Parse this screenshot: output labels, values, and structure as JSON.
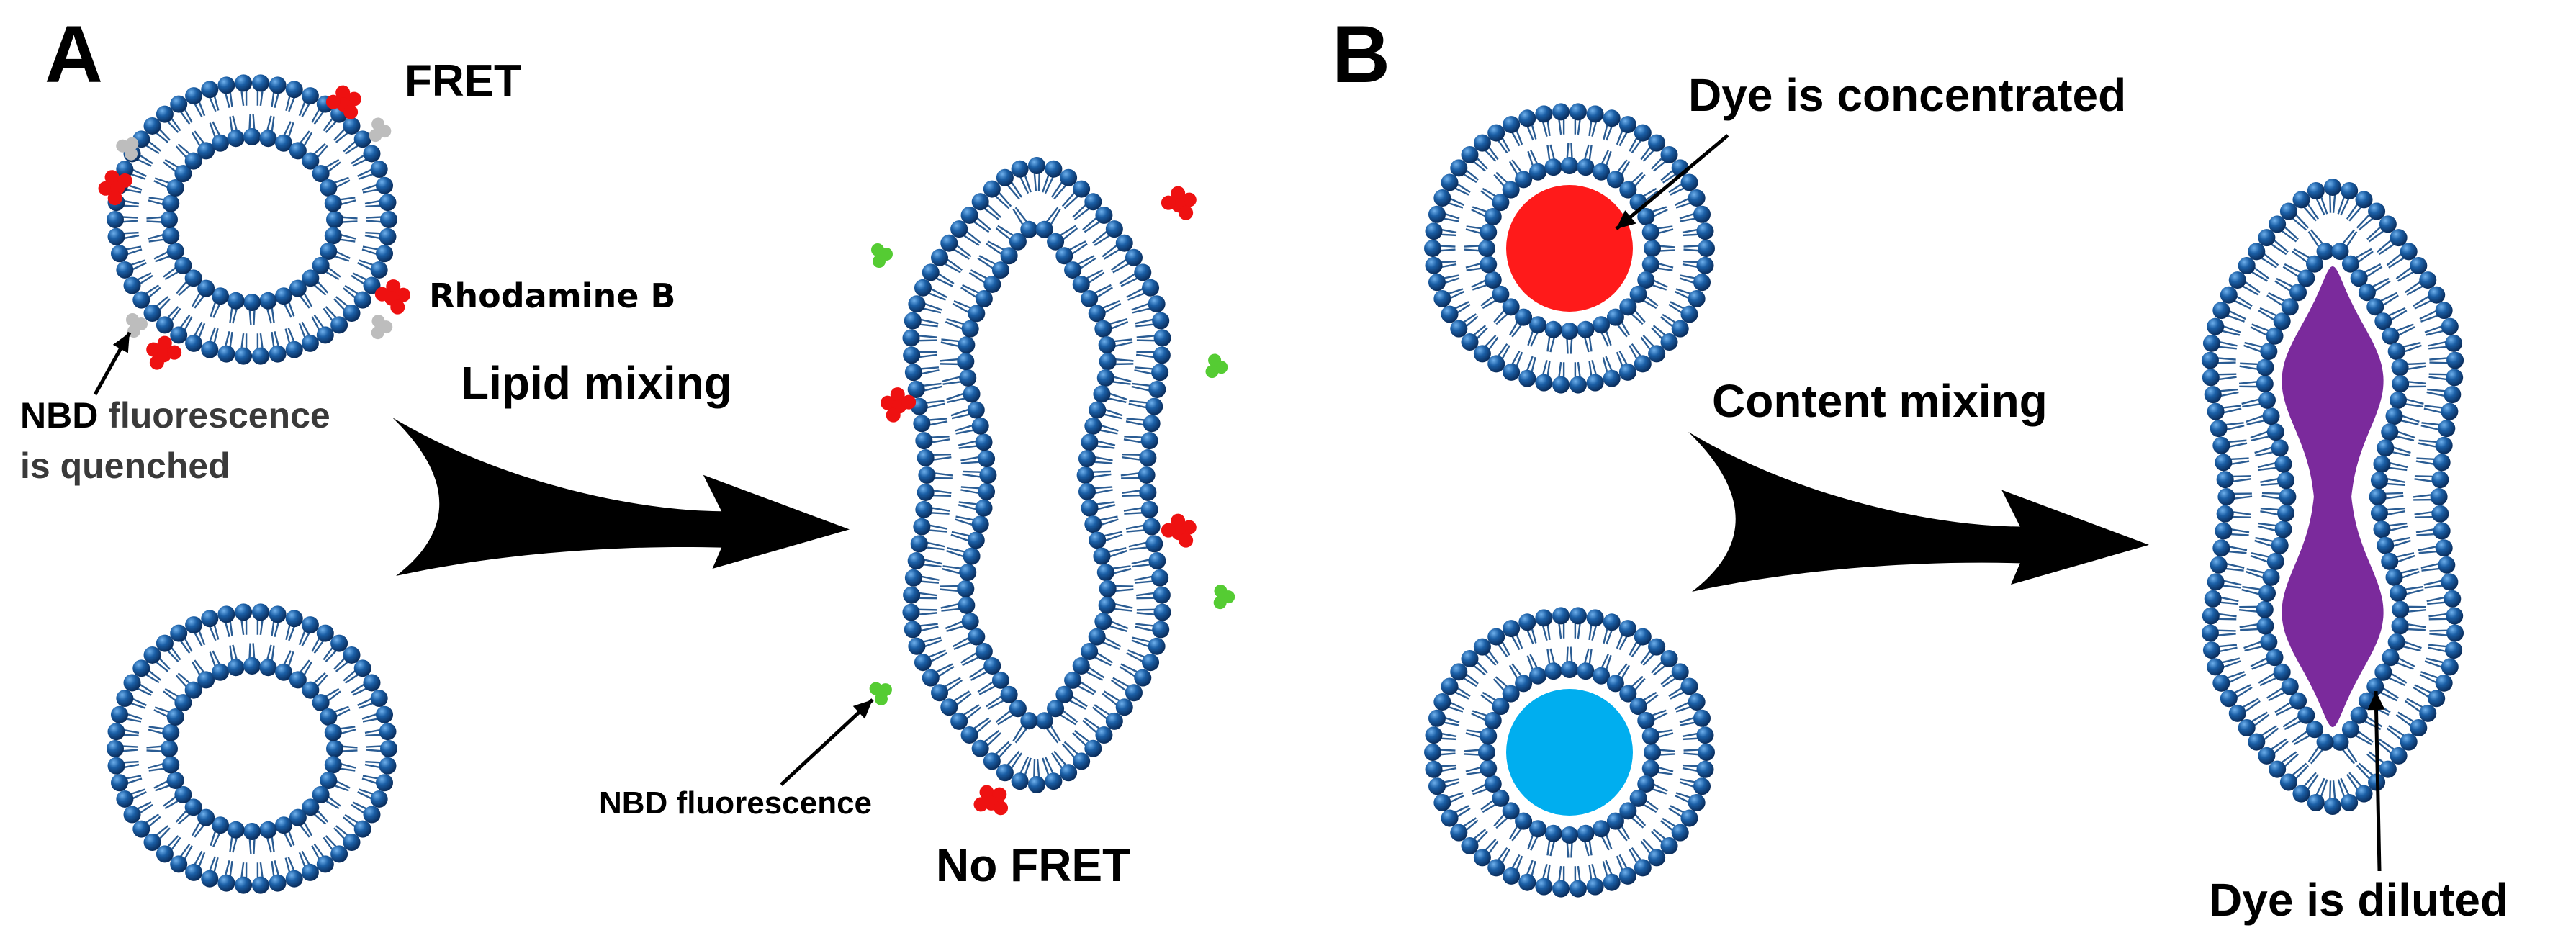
{
  "panels": {
    "a": {
      "letter": "A",
      "fret": "FRET",
      "rhodamine": "Rhodamine B",
      "nbd_bold": "NBD",
      "nbd_rest": " fluorescence",
      "quenched": "is quenched",
      "process": "Lipid mixing",
      "nbd_fluorescence": "NBD fluorescence",
      "no_fret": "No FRET"
    },
    "b": {
      "letter": "B",
      "concentrated": "Dye is concentrated",
      "process": "Content mixing",
      "diluted": "Dye is diluted"
    }
  },
  "colors": {
    "head": "#1b5fa6",
    "head_light": "#6fb0ec",
    "head_dark": "#0a2d5c",
    "tail": "#2a5c93",
    "rhodamine": "#ee1111",
    "nbd_on": "#55cc33",
    "nbd_quenched": "#bdbdbd",
    "dye_red": "#ff1a1a",
    "dye_blue": "#00aeef",
    "dye_purple": "#7b2a9c",
    "arrow": "#000000"
  }
}
